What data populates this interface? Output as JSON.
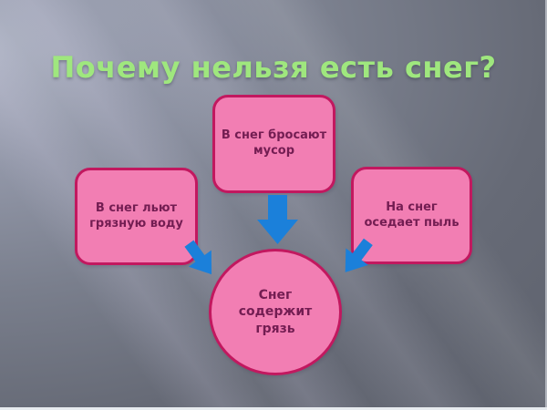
{
  "slide": {
    "title": "Почему нельзя есть снег?",
    "causes": [
      {
        "key": "left",
        "text": "В снег льют\nгрязную воду"
      },
      {
        "key": "top",
        "text": "В снег бросают\nмусор"
      },
      {
        "key": "right",
        "text": "На снег\nоседает пыль"
      }
    ],
    "conclusion": {
      "text": "Снег\nсодержит\nгрязь"
    },
    "arrows": [
      {
        "name": "arrow-left-to-circle",
        "direction": "down-right"
      },
      {
        "name": "arrow-top-to-circle",
        "direction": "down"
      },
      {
        "name": "arrow-right-to-circle",
        "direction": "down-left"
      }
    ],
    "colors": {
      "title_text": "#9fe77e",
      "shape_fill": "#f27eb3",
      "shape_border": "#c2185f",
      "shape_text": "#731d52",
      "arrow": "#1b80da",
      "background_base": "#757a88"
    }
  }
}
